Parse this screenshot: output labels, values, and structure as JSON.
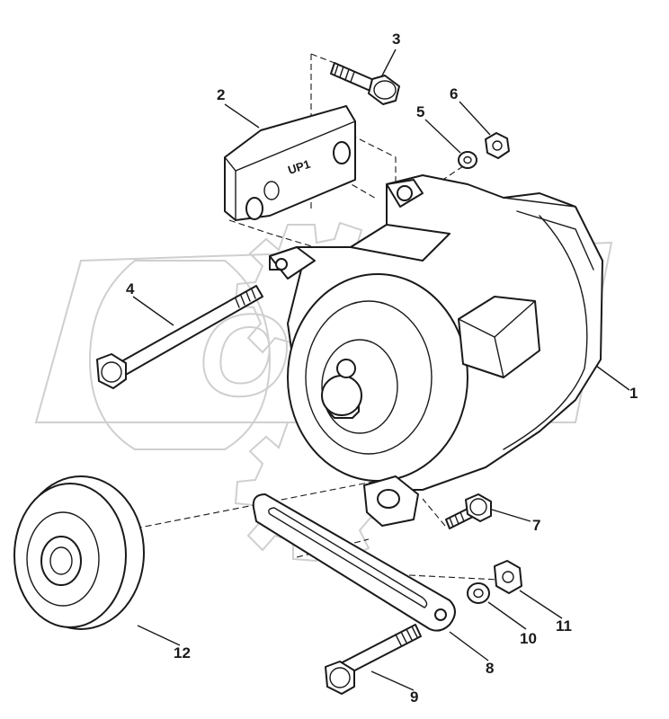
{
  "callouts": [
    {
      "id": "c1",
      "label": "1"
    },
    {
      "id": "c2",
      "label": "2"
    },
    {
      "id": "c3",
      "label": "3"
    },
    {
      "id": "c4",
      "label": "4"
    },
    {
      "id": "c5",
      "label": "5"
    },
    {
      "id": "c6",
      "label": "6"
    },
    {
      "id": "c7",
      "label": "7"
    },
    {
      "id": "c8",
      "label": "8"
    },
    {
      "id": "c9",
      "label": "9"
    },
    {
      "id": "c10",
      "label": "10"
    },
    {
      "id": "c11",
      "label": "11"
    },
    {
      "id": "c12",
      "label": "12"
    }
  ],
  "bracket_marking": "UP1",
  "watermark_text": "OPEX",
  "colors": {
    "line": "#1a1a1a",
    "watermark": "#cfcfcf",
    "background": "#ffffff"
  }
}
